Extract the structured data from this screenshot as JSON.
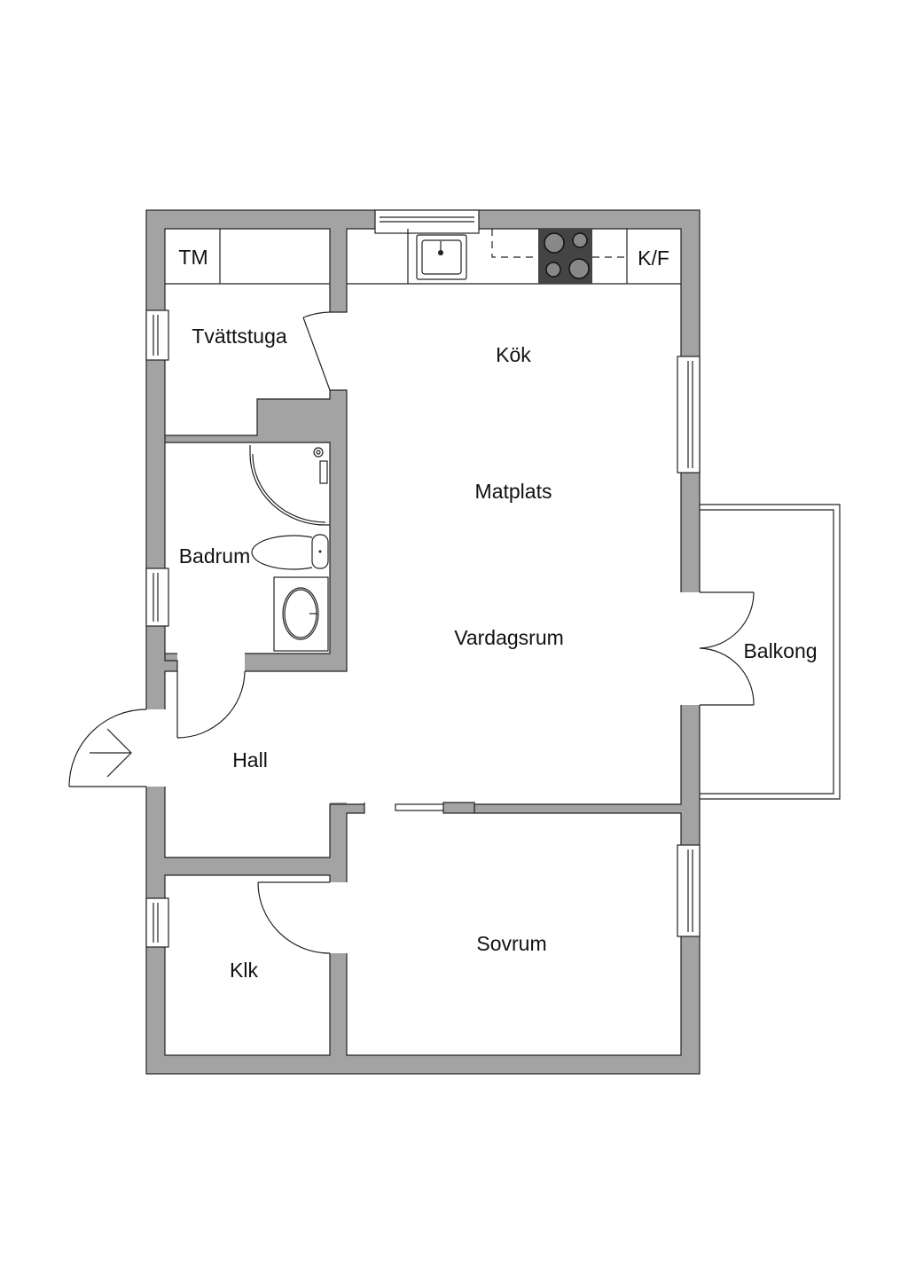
{
  "rooms": {
    "tvattstuga": "Tvättstuga",
    "kok": "Kök",
    "matplats": "Matplats",
    "vardagsrum": "Vardagsrum",
    "badrum": "Badrum",
    "hall": "Hall",
    "balkong": "Balkong",
    "sovrum": "Sovrum",
    "klk": "Klk"
  },
  "appliances": {
    "tm": "TM",
    "kf": "K/F"
  },
  "colors": {
    "wall": "#a3a3a3",
    "stove": "#444444",
    "line": "#222222"
  }
}
